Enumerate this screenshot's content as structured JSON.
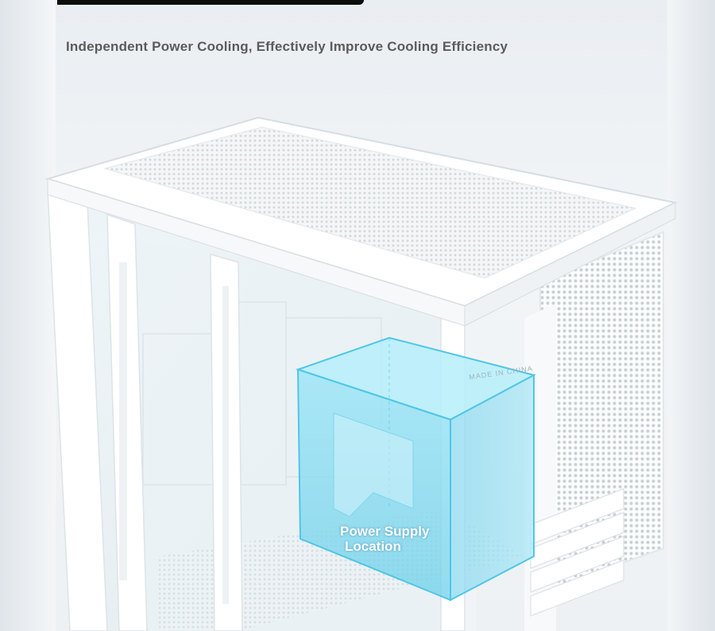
{
  "banner": {
    "headline": "Independent Power Cooling, Effectively Improve Cooling Efficiency"
  },
  "callout": {
    "line1": "Power Supply",
    "line2": "Location",
    "highlight_color": "#8fe0f3"
  },
  "case": {
    "stamp_text": "MADE IN CHINA",
    "color": "#ffffff"
  }
}
